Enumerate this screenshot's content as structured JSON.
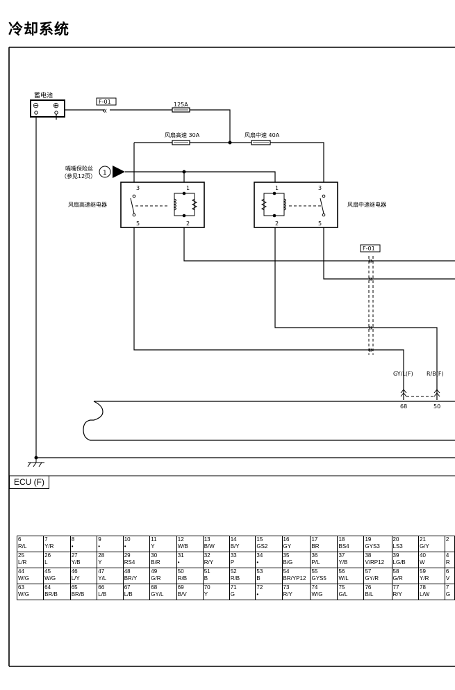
{
  "title": "冷却系统",
  "battery": {
    "label": "蓄电池",
    "minus": "⊖",
    "plus": "⊕"
  },
  "connectors": {
    "top": "F-01",
    "mid": "F-01"
  },
  "fuses": {
    "main": "125A",
    "high": "风扇高速 30A",
    "mid": "风扇中速 40A",
    "ref_line1": "嘴嘴保险丝",
    "ref_line2": "（参见12页）",
    "ref_num": "1"
  },
  "relays": {
    "high": {
      "label": "风扇高速继电器",
      "pins": [
        "3",
        "1",
        "5",
        "2"
      ]
    },
    "mid": {
      "label": "风扇中速继电器",
      "pins": [
        "1",
        "3",
        "2",
        "5"
      ]
    }
  },
  "ecu_wires": [
    {
      "label": "GY/L(F)",
      "pin": "68"
    },
    {
      "label": "R/B(F)",
      "pin": "50"
    }
  ],
  "ecu_label": "ECU (F)",
  "pin_table": [
    [
      [
        "6",
        "R/L"
      ],
      [
        "7",
        "Y/R"
      ],
      [
        "8",
        "•"
      ],
      [
        "9",
        "•"
      ],
      [
        "10",
        "•"
      ],
      [
        "11",
        "Y"
      ],
      [
        "12",
        "W/B"
      ],
      [
        "13",
        "B/W"
      ],
      [
        "14",
        "B/Y"
      ],
      [
        "15",
        "GS2"
      ],
      [
        "16",
        "GY"
      ],
      [
        "17",
        "BR"
      ],
      [
        "18",
        "BS4"
      ],
      [
        "19",
        "GYS3"
      ],
      [
        "20",
        "LS3"
      ],
      [
        "21",
        "G/Y"
      ],
      [
        "2",
        ""
      ]
    ],
    [
      [
        "25",
        "L/R"
      ],
      [
        "26",
        "L"
      ],
      [
        "27",
        "Y/B"
      ],
      [
        "28",
        "Y"
      ],
      [
        "29",
        "RS4"
      ],
      [
        "30",
        "B/R"
      ],
      [
        "31",
        "•"
      ],
      [
        "32",
        "R/Y"
      ],
      [
        "33",
        "P"
      ],
      [
        "34",
        "•"
      ],
      [
        "35",
        "B/G"
      ],
      [
        "36",
        "P/L"
      ],
      [
        "37",
        "Y/B"
      ],
      [
        "38",
        "V/RP12"
      ],
      [
        "39",
        "LG/B"
      ],
      [
        "40",
        "W"
      ],
      [
        "4",
        "R"
      ]
    ],
    [
      [
        "44",
        "W/G"
      ],
      [
        "45",
        "W/G"
      ],
      [
        "46",
        "L/Y"
      ],
      [
        "47",
        "Y/L"
      ],
      [
        "48",
        "BR/Y"
      ],
      [
        "49",
        "G/R"
      ],
      [
        "50",
        "R/B"
      ],
      [
        "51",
        "B"
      ],
      [
        "52",
        "R/B"
      ],
      [
        "53",
        "B"
      ],
      [
        "54",
        "BR/YP12"
      ],
      [
        "55",
        "GYS5"
      ],
      [
        "56",
        "W/L"
      ],
      [
        "57",
        "GY/R"
      ],
      [
        "58",
        "G/R"
      ],
      [
        "59",
        "Y/R"
      ],
      [
        "6",
        "V"
      ]
    ],
    [
      [
        "63",
        "W/G"
      ],
      [
        "64",
        "BR/B"
      ],
      [
        "65",
        "BR/B"
      ],
      [
        "66",
        "L/B"
      ],
      [
        "67",
        "L/B"
      ],
      [
        "68",
        "GY/L"
      ],
      [
        "69",
        "B/V"
      ],
      [
        "70",
        "Y"
      ],
      [
        "71",
        "G"
      ],
      [
        "72",
        "•"
      ],
      [
        "73",
        "R/Y"
      ],
      [
        "74",
        "W/G"
      ],
      [
        "75",
        "G/L"
      ],
      [
        "76",
        "B/L"
      ],
      [
        "77",
        "R/Y"
      ],
      [
        "78",
        "L/W"
      ],
      [
        "7",
        "G"
      ]
    ]
  ]
}
